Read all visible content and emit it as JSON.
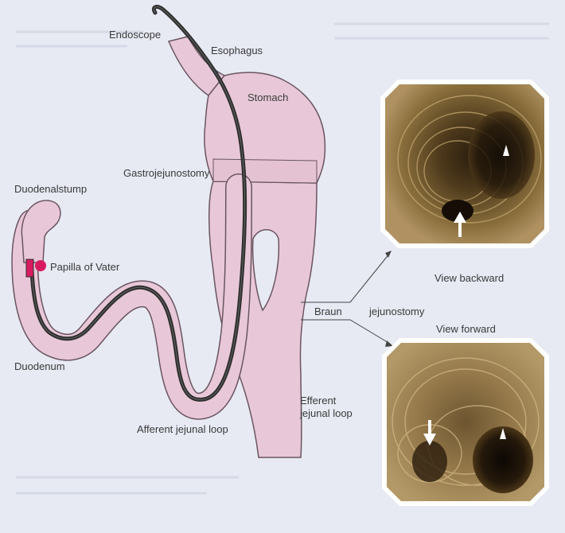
{
  "labels": {
    "endoscope": "Endoscope",
    "esophagus": "Esophagus",
    "stomach": "Stomach",
    "gastrojejunostomy": "Gastrojejunostomy",
    "duodenal_stump": "Duodenalstump",
    "papilla": "Papilla of Vater",
    "duodenum": "Duodenum",
    "afferent_loop": "Afferent jejunal loop",
    "efferent_loop_line1": "Efferent",
    "efferent_loop_line2": "jejunal loop",
    "braun": "Braun",
    "jejunostomy": "jejunostomy",
    "view_backward": "View backward",
    "view_forward": "View forward"
  },
  "colors": {
    "background": "#e7eaf3",
    "organ_fill": "#e8c8d8",
    "organ_stroke": "#6a5560",
    "endoscope": "#2e2e2e",
    "papilla": "#d81b60",
    "frame_border": "#ffffff",
    "lumen_dark": "#1a1208",
    "lumen_wall": "#8b6e3c"
  }
}
